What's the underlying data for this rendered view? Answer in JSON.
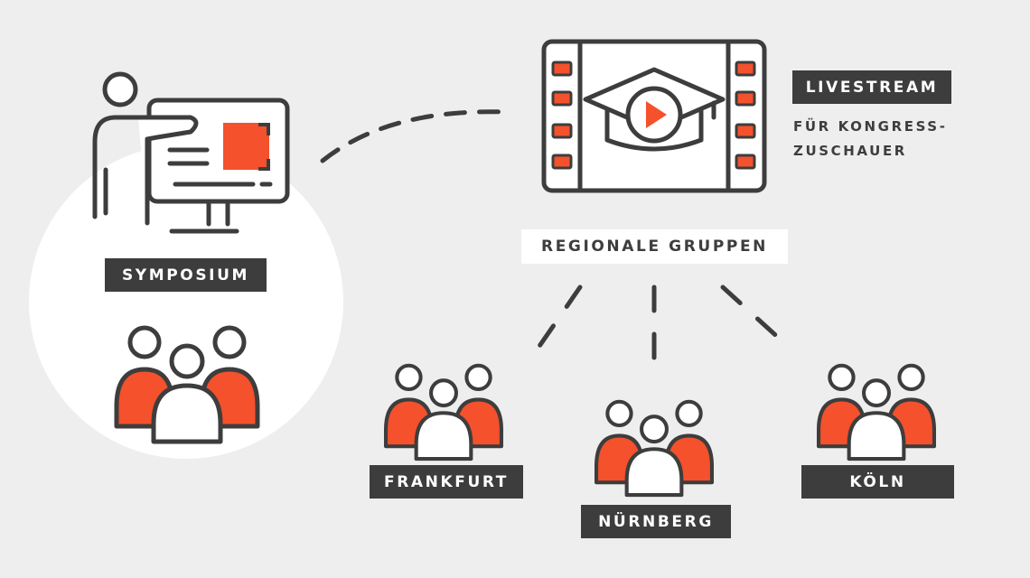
{
  "colors": {
    "background": "#eeeeee",
    "ink": "#3d3d3d",
    "accent": "#f4512c",
    "white": "#ffffff"
  },
  "labels": {
    "symposium": "SYMPOSIUM",
    "livestream": "LIVESTREAM",
    "livestream_note_line1": "FÜR KONGRESS-",
    "livestream_note_line2": "ZUSCHAUER",
    "regional_groups": "REGIONALE GRUPPEN",
    "frankfurt": "FRANKFURT",
    "nuernberg": "NÜRNBERG",
    "koeln": "KÖLN"
  },
  "icons": [
    "presenter-icon",
    "monitor-icon",
    "film-strip-icon",
    "graduation-cap-icon",
    "play-icon",
    "people-group-icon"
  ]
}
